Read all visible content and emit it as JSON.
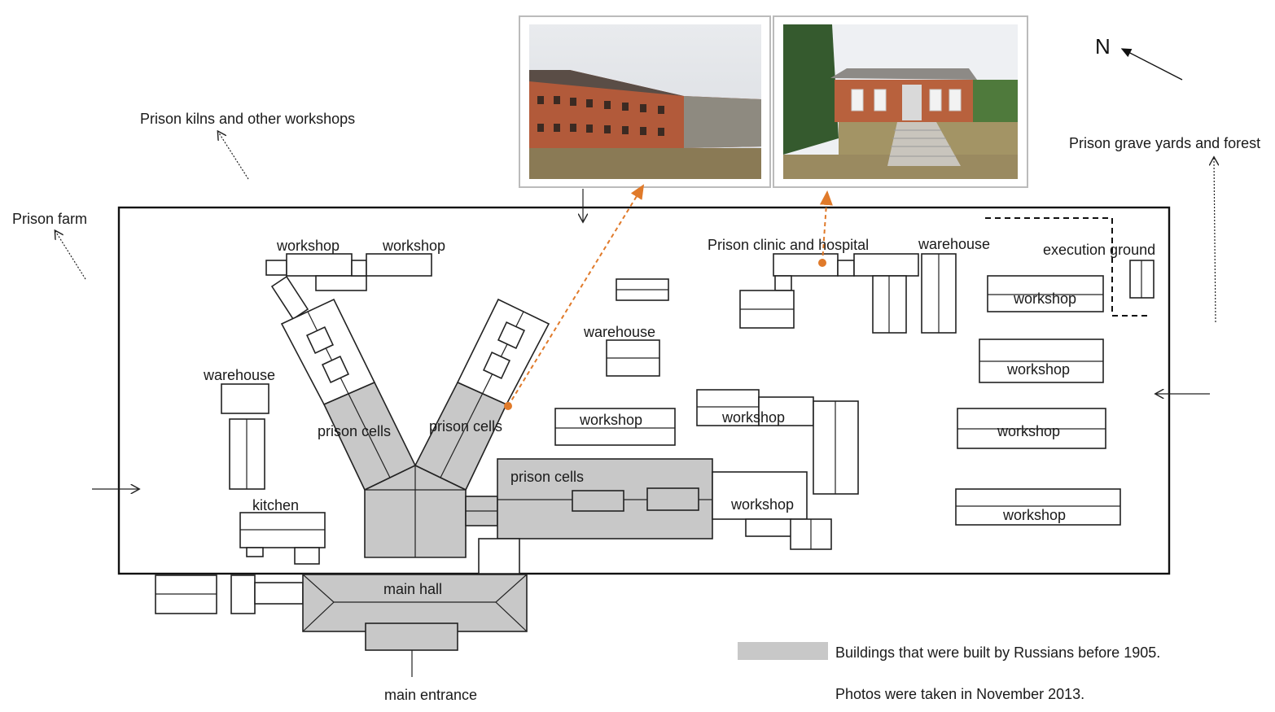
{
  "labels": {
    "north": "N",
    "kilns": "Prison kilns and other workshops",
    "farm": "Prison farm",
    "graveyards": "Prison grave yards and forest",
    "workshop": "workshop",
    "warehouse": "warehouse",
    "prison_cells": "prison cells",
    "kitchen": "kitchen",
    "clinic": "Prison clinic and hospital",
    "execution": "execution ground",
    "main_hall": "main hall",
    "main_entrance": "main entrance"
  },
  "legend": {
    "russian_buildings": "Buildings that were built by Russians before 1905.",
    "photos_note": "Photos were taken in November 2013."
  },
  "colors": {
    "russian_fill": "#c8c8c8",
    "photo_marker": "#e07a2a"
  },
  "photos": [
    {
      "subject": "prison cell block brick building"
    },
    {
      "subject": "clinic and hospital building with stairs"
    }
  ]
}
